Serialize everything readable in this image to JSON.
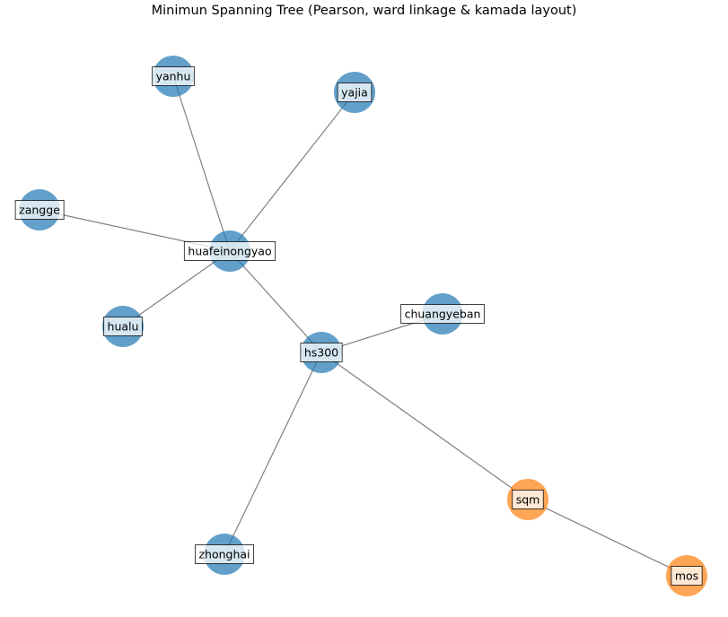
{
  "title": "Minimun Spanning Tree (Pearson, ward linkage & kamada layout)",
  "colors": {
    "cluster_blue": "#1f77b4",
    "cluster_orange": "#ff7f0e",
    "edge": "#808080",
    "label_box_fill": "#ffffff",
    "label_box_border": "#000000"
  },
  "graph": {
    "nodes": [
      {
        "id": "yanhu",
        "label": "yanhu",
        "cluster": "blue"
      },
      {
        "id": "yajia",
        "label": "yajia",
        "cluster": "blue"
      },
      {
        "id": "zangge",
        "label": "zangge",
        "cluster": "blue"
      },
      {
        "id": "huafeinongyao",
        "label": "huafeinongyao",
        "cluster": "blue"
      },
      {
        "id": "hualu",
        "label": "hualu",
        "cluster": "blue"
      },
      {
        "id": "chuangyeban",
        "label": "chuangyeban",
        "cluster": "blue"
      },
      {
        "id": "hs300",
        "label": "hs300",
        "cluster": "blue"
      },
      {
        "id": "zhonghai",
        "label": "zhonghai",
        "cluster": "blue"
      },
      {
        "id": "sqm",
        "label": "sqm",
        "cluster": "orange"
      },
      {
        "id": "mos",
        "label": "mos",
        "cluster": "orange"
      }
    ],
    "edges": [
      {
        "source": "huafeinongyao",
        "target": "yanhu"
      },
      {
        "source": "huafeinongyao",
        "target": "yajia"
      },
      {
        "source": "huafeinongyao",
        "target": "zangge"
      },
      {
        "source": "huafeinongyao",
        "target": "hualu"
      },
      {
        "source": "huafeinongyao",
        "target": "hs300"
      },
      {
        "source": "hs300",
        "target": "chuangyeban"
      },
      {
        "source": "hs300",
        "target": "zhonghai"
      },
      {
        "source": "hs300",
        "target": "sqm"
      },
      {
        "source": "sqm",
        "target": "mos"
      }
    ]
  }
}
